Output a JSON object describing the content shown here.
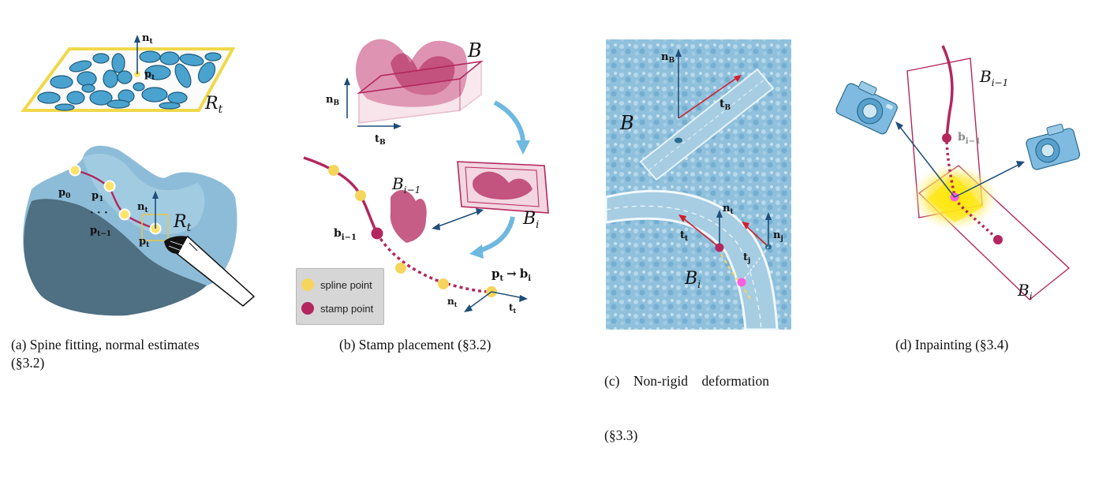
{
  "colors": {
    "blue": "#4aa3cf",
    "blue_dark": "#2b6c8e",
    "arrow_blue": "#1f4e79",
    "crimson": "#b3275e",
    "pink": "#c13a71",
    "yellow": "#f6d55c",
    "magenta": "#ff5ce0",
    "red": "#d21f2b"
  },
  "panel_a": {
    "caption_line1": "(a) Spine fitting, normal estimates",
    "caption_line2": "(§3.2)",
    "n_t": "n",
    "t_sub": "t",
    "p_t": "p",
    "R_t": "R",
    "p0": "p",
    "p0_sub": "0",
    "p1": "p",
    "p1_sub": "1",
    "dots": "· · ·",
    "pt1": "p",
    "pt1_sub": "t−1",
    "pt": "p",
    "pt_sub": "t",
    "n_t2": "n",
    "R_t2": "R"
  },
  "panel_b": {
    "caption": "(b) Stamp placement (§3.2)",
    "B": "B",
    "n_B": "n",
    "B_sub": "B",
    "t_B": "t",
    "B_i1": "B",
    "i1_sub": "i−1",
    "B_i": "B",
    "i_sub": "i",
    "b_i1": "b",
    "b_i1_sub": "i−1",
    "p_to_b": "p",
    "p_to_b_sub": "t",
    "arrow_sym": "→",
    "b_target": "b",
    "b_target_sub": "i",
    "n_t": "n",
    "t_t": "t",
    "t_sub": "t",
    "legend_spline": "spline point",
    "legend_stamp": "stamp point"
  },
  "panel_c": {
    "caption_line1": "(c)    Non-rigid    deformation",
    "caption_line2": "(§3.3)",
    "n_B": "n",
    "B_sub": "B",
    "t_B": "t",
    "B": "B",
    "n_t": "n",
    "t_sub": "t",
    "t_t": "t",
    "n_j": "n",
    "j_sub": "j",
    "t_j": "t",
    "B_i": "B",
    "i_sub": "i"
  },
  "panel_d": {
    "caption": "(d) Inpainting (§3.4)",
    "B_i1": "B",
    "i1_sub": "i−1",
    "b_i1": "b",
    "b_i1_sub": "i−1",
    "B_i": "B",
    "i_sub": "i"
  }
}
